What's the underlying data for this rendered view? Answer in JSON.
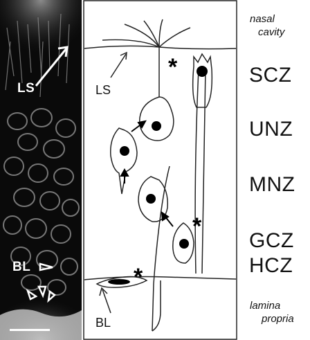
{
  "micrograph": {
    "labels": {
      "ls": "LS",
      "bl": "BL"
    }
  },
  "diagram": {
    "labels": {
      "ls": "LS",
      "bl": "BL"
    },
    "asterisk": "*"
  },
  "zones": {
    "nasal_cavity_line1": "nasal",
    "nasal_cavity_line2": "cavity",
    "scz": "SCZ",
    "unz": "UNZ",
    "mnz": "MNZ",
    "gcz": "GCZ",
    "hcz": "HCZ",
    "lamina_propria_line1": "lamina",
    "lamina_propria_line2": "propria"
  },
  "colors": {
    "micrograph_bg": "#0a0a0a",
    "line": "#222222",
    "text": "#111111"
  }
}
